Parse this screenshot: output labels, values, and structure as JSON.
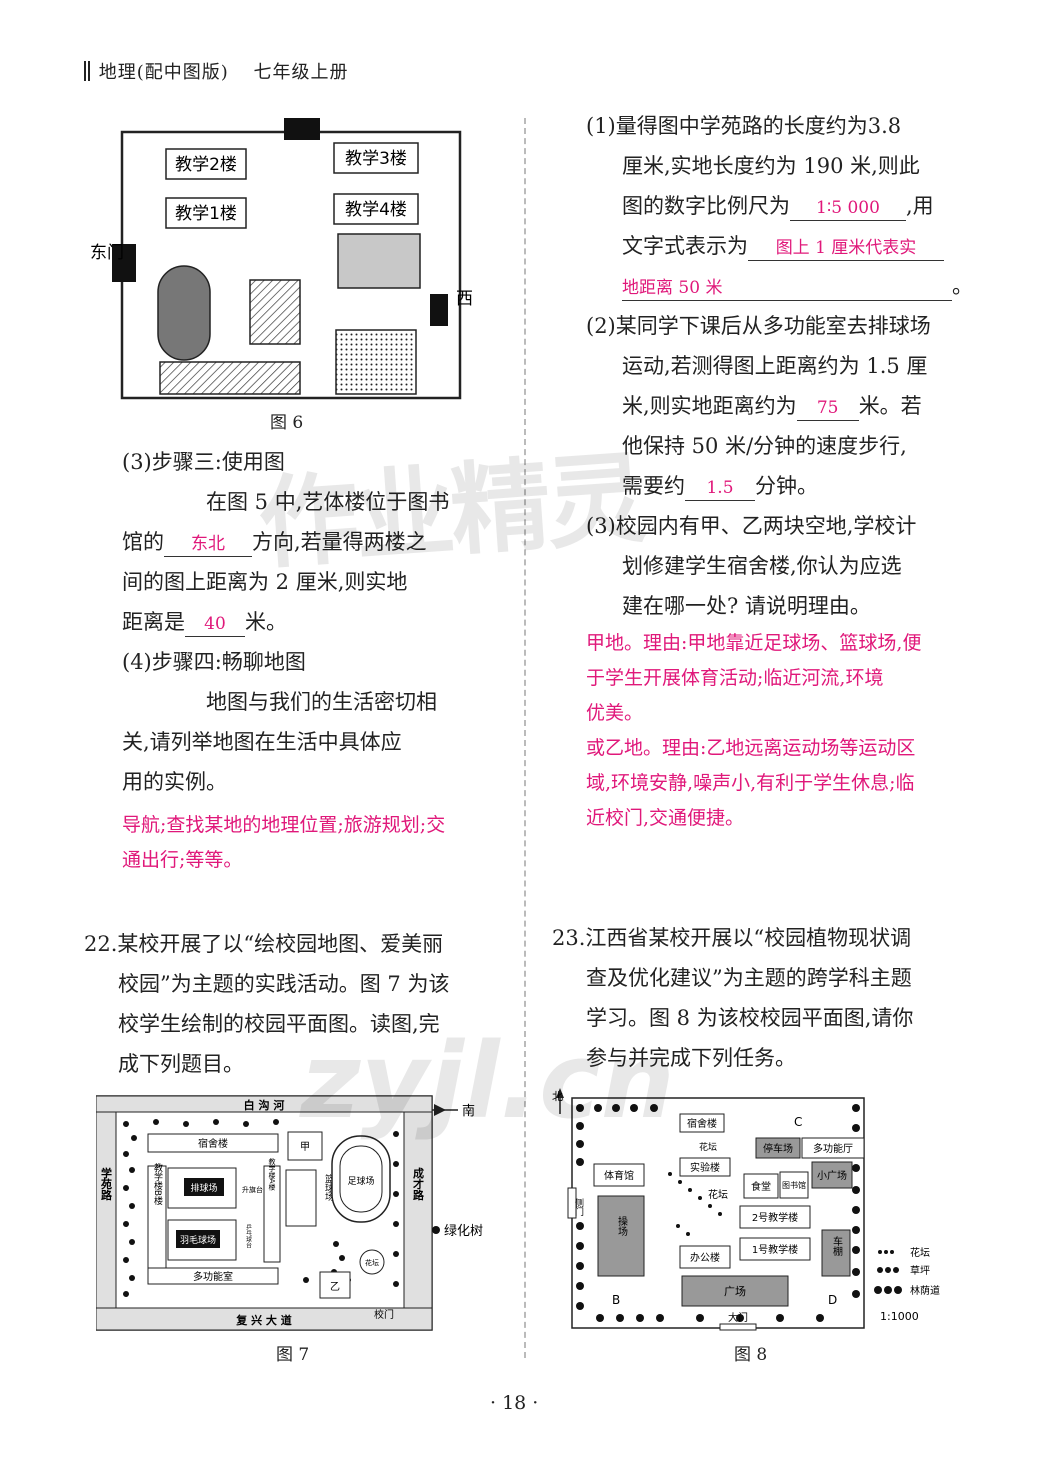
{
  "header": {
    "title": "地理(配中图版)",
    "grade": "七年级上册"
  },
  "fig6": {
    "caption": "图 6",
    "labels": {
      "b2": "教学2楼",
      "b1": "教学1楼",
      "b3": "教学3楼",
      "b4": "教学4楼",
      "east": "东门",
      "west": "西门"
    }
  },
  "left": {
    "s3_title": "(3)步骤三:使用图",
    "s3_l1": "在图 5 中,艺体楼位于图书",
    "s3_l2a": "馆的",
    "s3_ans1": "东北",
    "s3_l2b": "方向,若量得两楼之",
    "s3_l3": "间的图上距离为 2 厘米,则实地",
    "s3_l4a": "距离是",
    "s3_ans2": "40",
    "s3_l4b": "米。",
    "s4_title": "(4)步骤四:畅聊地图",
    "s4_l1": "地图与我们的生活密切相",
    "s4_l2": "关,请列举地图在生活中具体应",
    "s4_l3": "用的实例。",
    "s4_ans1": "导航;查找某地的地理位置;旅游规划;交",
    "s4_ans2": "通出行;等等。"
  },
  "right": {
    "q1_l1": "(1)量得图中学苑路的长度约为3.8",
    "q1_l2": "厘米,实地长度约为 190 米,则此",
    "q1_l3a": "图的数字比例尺为",
    "q1_ans1": "1∶5 000",
    "q1_l3b": ",用",
    "q1_l4a": "文字式表示为",
    "q1_ans2a": "图上 1 厘米代表实",
    "q1_ans2b": "地距离 50 米",
    "q1_end": "。",
    "q2_l1": "(2)某同学下课后从多功能室去排球场",
    "q2_l2": "运动,若测得图上距离约为 1.5 厘",
    "q2_l3a": "米,则实地距离约为",
    "q2_ans1": "75",
    "q2_l3b": "米。若",
    "q2_l4": "他保持 50 米/分钟的速度步行,",
    "q2_l5a": "需要约",
    "q2_ans2": "1.5",
    "q2_l5b": "分钟。",
    "q3_l1": "(3)校园内有甲、乙两块空地,学校计",
    "q3_l2": "划修建学生宿舍楼,你认为应选",
    "q3_l3": "建在哪一处? 请说明理由。",
    "q3_ans1": "甲地。理由:甲地靠近足球场、篮球场,便",
    "q3_ans2": "于学生开展体育活动;临近河流,环境",
    "q3_ans3": "优美。",
    "q3_ans4": "或乙地。理由:乙地远离运动场等运动区",
    "q3_ans5": "域,环境安静,噪声小,有利于学生休息;临",
    "q3_ans6": "近校门,交通便捷。"
  },
  "q22": {
    "l1": "22.某校开展了以“绘校园地图、爱美丽",
    "l2": "校园”为主题的实践活动。图 7 为该",
    "l3": "校学生绘制的校园平面图。读图,完",
    "l4": "成下列题目。"
  },
  "q23": {
    "l1": "23.江西省某校开展以“校园植物现状调",
    "l2": "查及优化建议”为主题的跨学科主题",
    "l3": "学习。图 8 为该校校园平面图,请你",
    "l4": "参与并完成下列任务。"
  },
  "fig7": {
    "caption": "图 7",
    "labels": {
      "river": "白 沟 河",
      "road_bottom": "复 兴 大 道",
      "road_left": "学苑路",
      "road_right": "成才路",
      "south": "南",
      "dorm": "宿舍楼",
      "jia": "甲",
      "paiqiu": "排球场",
      "yumao": "羽毛球场",
      "teachA": "教学楼A楼",
      "teachB": "教学楼B楼",
      "shengqi": "升旗台",
      "pingpang": "乒乓球台",
      "lanqiu": "篮球场",
      "zuqiu": "足球场",
      "duogong": "多功能室",
      "yi": "乙",
      "huatan": "花坛",
      "xiaomen": "校门",
      "lvhua": "绿化树"
    }
  },
  "fig8": {
    "caption": "图 8",
    "labels": {
      "north": "北",
      "sushe": "宿舍楼",
      "huatan": "花坛",
      "tingche": "停车场",
      "duogong": "多功能厅",
      "tiyu": "体育馆",
      "shiyan": "实验楼",
      "shitang": "食堂",
      "tushu": "图书馆",
      "xiaoguang": "小广场",
      "cemen": "侧门",
      "caochang": "操场",
      "jx2": "2号教学楼",
      "jx1": "1号教学楼",
      "bangong": "办公楼",
      "chepeng": "车棚",
      "guangchang": "广场",
      "damen": "大门",
      "B": "B",
      "C": "C",
      "D": "D",
      "leg_huatan": "花坛",
      "leg_caoping": "草坪",
      "leg_linyin": "林荫道",
      "scale": "1:1000"
    }
  },
  "page": {
    "number": "· 18 ·"
  },
  "watermark": {
    "w1": "作业精灵",
    "w2": "zyjl.cn"
  }
}
